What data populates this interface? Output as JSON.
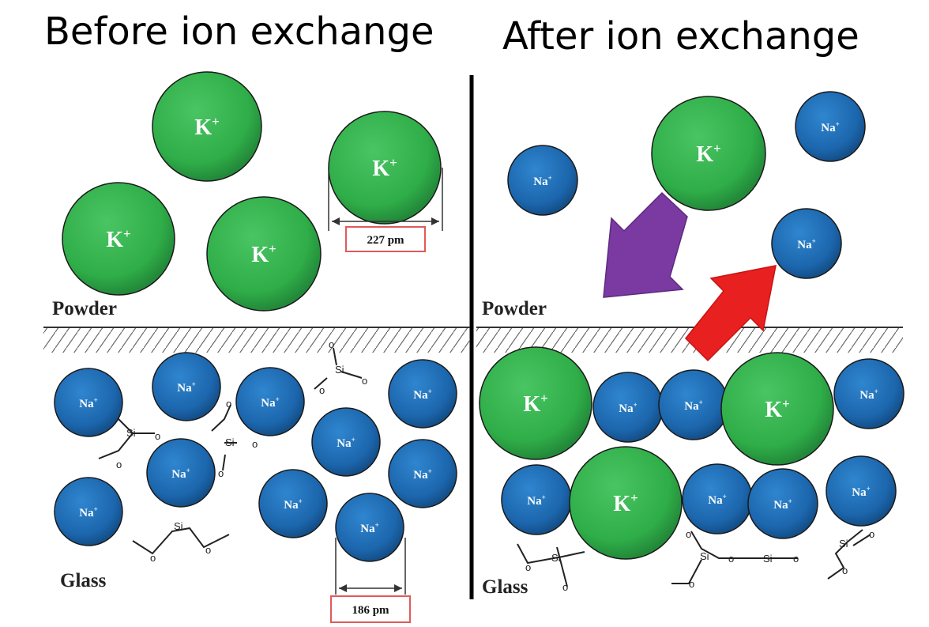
{
  "headings": {
    "before": "Before ion exchange",
    "after": "After ion exchange"
  },
  "regions": {
    "powder": "Powder",
    "glass": "Glass"
  },
  "ions": {
    "k": "K",
    "na": "Na",
    "charge": "+"
  },
  "measurements": {
    "k_radius": "227 pm",
    "na_radius": "186 pm"
  },
  "structure": {
    "si": "Si",
    "o": "o"
  },
  "colors": {
    "k_ion": "#33b34e",
    "na_ion": "#1f6fb8",
    "arrow_in": "#7a3aa1",
    "arrow_out": "#e82020",
    "divider": "#000000",
    "measure_box": "#e05a5a"
  }
}
